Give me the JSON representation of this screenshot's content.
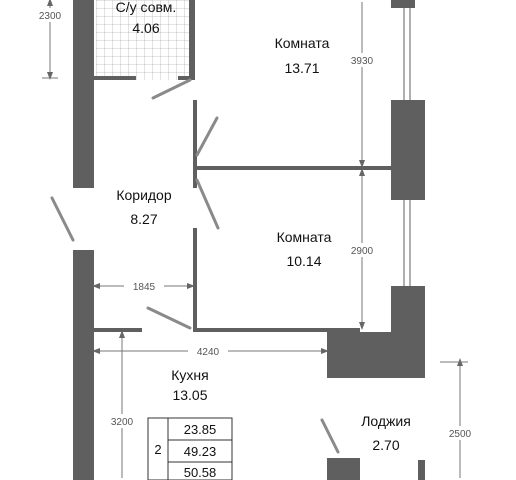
{
  "rooms": {
    "bathroom": {
      "name": "С/у совм.",
      "area": "4.06"
    },
    "room_top": {
      "name": "Комната",
      "area": "13.71"
    },
    "corridor": {
      "name": "Коридор",
      "area": "8.27"
    },
    "room_mid": {
      "name": "Комната",
      "area": "10.14"
    },
    "kitchen": {
      "name": "Кухня",
      "area": "13.05"
    },
    "loggia": {
      "name": "Лоджия",
      "area": "2.70"
    }
  },
  "dimensions": {
    "bathroom_height": "2300",
    "room_top_height": "3930",
    "room_mid_height": "2900",
    "corridor_width": "1845",
    "kitchen_width": "4240",
    "kitchen_height": "3200",
    "loggia_height": "2500"
  },
  "summary": {
    "rooms_count": "2",
    "areas": [
      "23.85",
      "49.23",
      "50.58"
    ]
  },
  "colors": {
    "wall": "#5f5f5f",
    "dimension": "#555555"
  }
}
